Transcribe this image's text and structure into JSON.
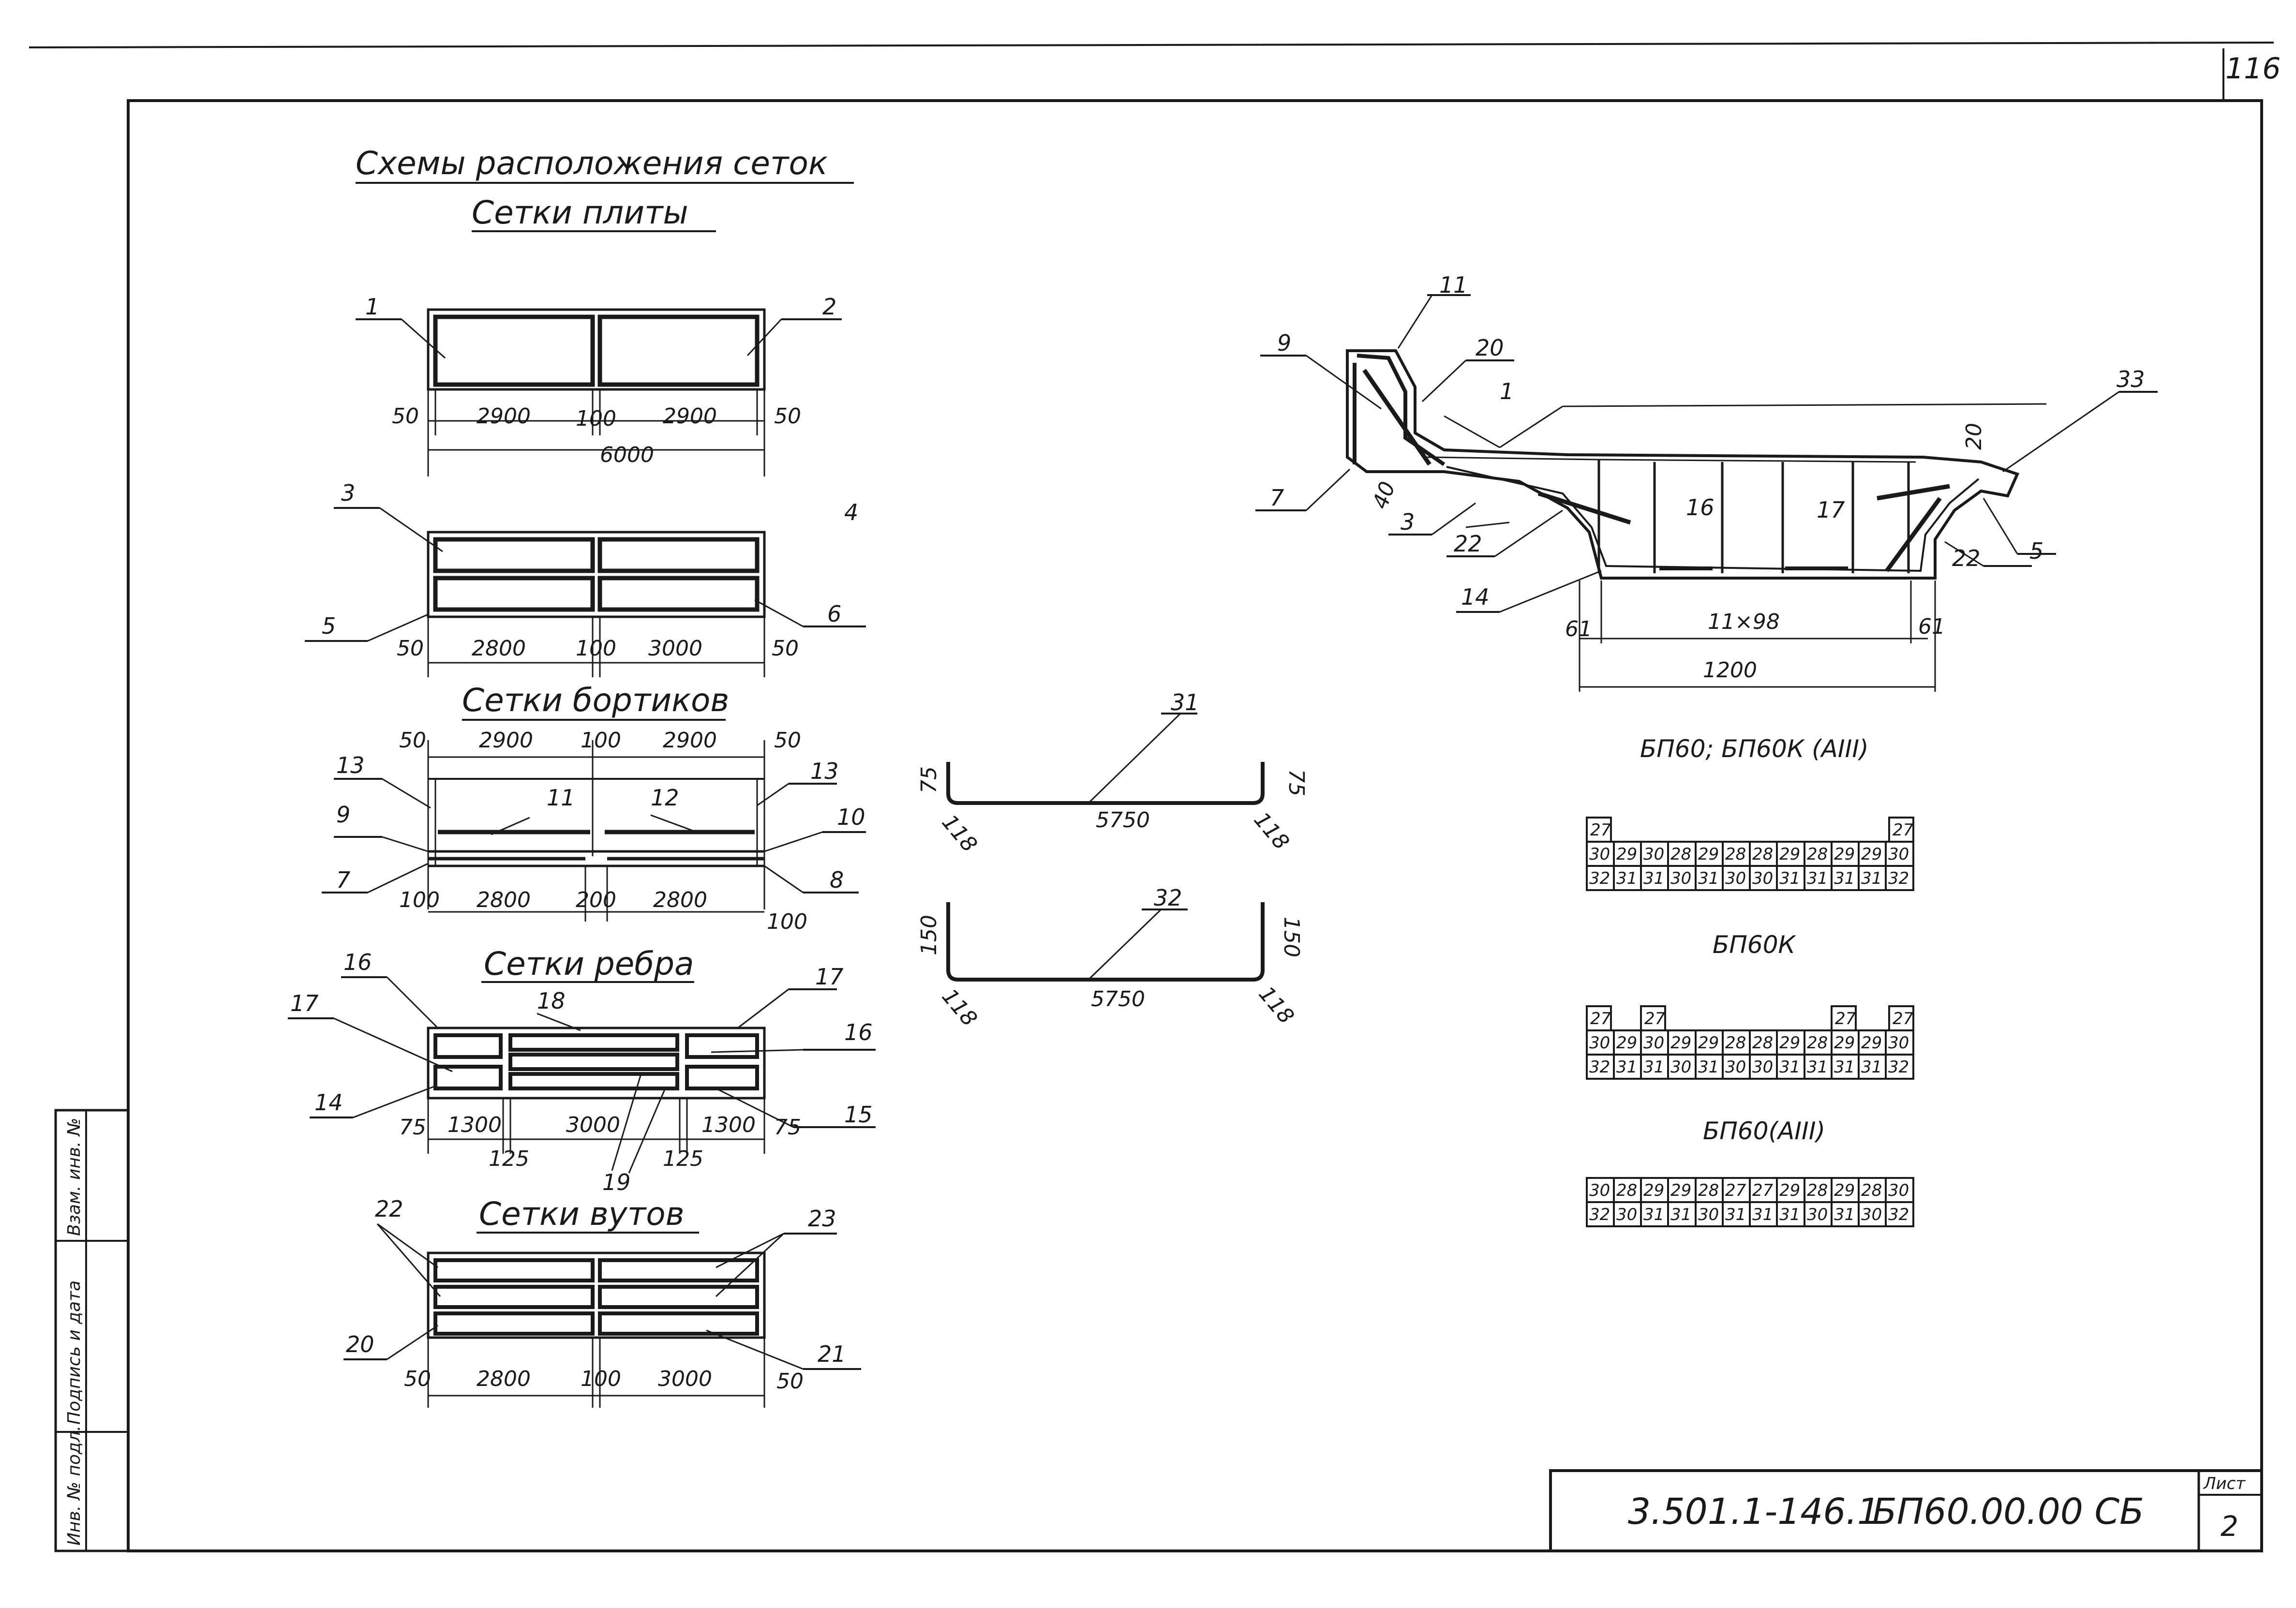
{
  "sheet_corner_number": "116",
  "headings": {
    "main": "Схемы расположения сеток",
    "slab_nets": "Сетки плиты",
    "side_nets": "Сетки бортиков",
    "rib_nets": "Сетки ребра",
    "haunch_nets": "Сетки вутов"
  },
  "slab_a": {
    "labels": [
      "1",
      "2"
    ],
    "dims": [
      "50",
      "2900",
      "100",
      "2900",
      "50"
    ],
    "total": "6000"
  },
  "slab_b": {
    "labels": [
      "3",
      "4",
      "5",
      "6"
    ],
    "dims": [
      "50",
      "2800",
      "100",
      "3000",
      "50"
    ]
  },
  "sides": {
    "dims_top": [
      "50",
      "2900",
      "100",
      "2900",
      "50"
    ],
    "labels": [
      "13",
      "11",
      "12",
      "13",
      "9",
      "10",
      "7",
      "8"
    ],
    "dims_bottom": [
      "100",
      "2800",
      "200",
      "2800",
      "100"
    ]
  },
  "rib": {
    "labels": [
      "16",
      "18",
      "17",
      "17",
      "16",
      "14",
      "15",
      "19"
    ],
    "dims": [
      "75",
      "1300",
      "3000",
      "1300",
      "75"
    ],
    "sub_dims": [
      "125",
      "125"
    ]
  },
  "haunch": {
    "labels": [
      "22",
      "23",
      "20",
      "21"
    ],
    "dims": [
      "50",
      "2800",
      "100",
      "3000",
      "50"
    ]
  },
  "bars": [
    {
      "label": "31",
      "length": "5750",
      "leg": "75",
      "bend": "118"
    },
    {
      "label": "32",
      "length": "5750",
      "leg": "150",
      "bend": "118"
    }
  ],
  "section": {
    "labels": [
      "11",
      "9",
      "20",
      "1",
      "33",
      "20",
      "7",
      "40",
      "3",
      "16",
      "17",
      "22",
      "5",
      "22",
      "14"
    ],
    "dims": [
      "61",
      "11×98",
      "61",
      "1200"
    ]
  },
  "tables": [
    {
      "title": "БП60;  БП60К (АIII)",
      "rows": [
        [
          "27",
          "",
          "",
          "",
          "",
          "",
          "",
          "",
          "",
          "",
          "",
          "",
          "27"
        ],
        [
          "30",
          "29",
          "30",
          "28",
          "29",
          "28",
          "28",
          "29",
          "28",
          "29",
          "29",
          "30"
        ],
        [
          "32",
          "31",
          "31",
          "30",
          "31",
          "30",
          "30",
          "31",
          "31",
          "31",
          "31",
          "32"
        ]
      ]
    },
    {
      "title": "БП60К",
      "rows": [
        [
          "27",
          "",
          "27",
          "",
          "",
          "",
          "",
          "",
          "",
          "27",
          "",
          "27"
        ],
        [
          "30",
          "29",
          "30",
          "29",
          "29",
          "28",
          "28",
          "29",
          "28",
          "29",
          "29",
          "30"
        ],
        [
          "32",
          "31",
          "31",
          "30",
          "31",
          "30",
          "30",
          "31",
          "31",
          "31",
          "31",
          "32"
        ]
      ]
    },
    {
      "title": "БП60(АIII)",
      "rows": [
        [
          "30",
          "28",
          "29",
          "29",
          "28",
          "27",
          "27",
          "29",
          "28",
          "29",
          "28",
          "30"
        ],
        [
          "32",
          "30",
          "31",
          "31",
          "30",
          "31",
          "31",
          "31",
          "30",
          "31",
          "30",
          "32"
        ]
      ]
    }
  ],
  "side_stamp": [
    "Инв. № подл.",
    "Подпись и дата",
    "Взам. инв. №"
  ],
  "title_block": {
    "code": "3.501.1-146.1",
    "designation": "БП60.00.00 СБ",
    "sheet_label": "Лист",
    "sheet_number": "2"
  }
}
